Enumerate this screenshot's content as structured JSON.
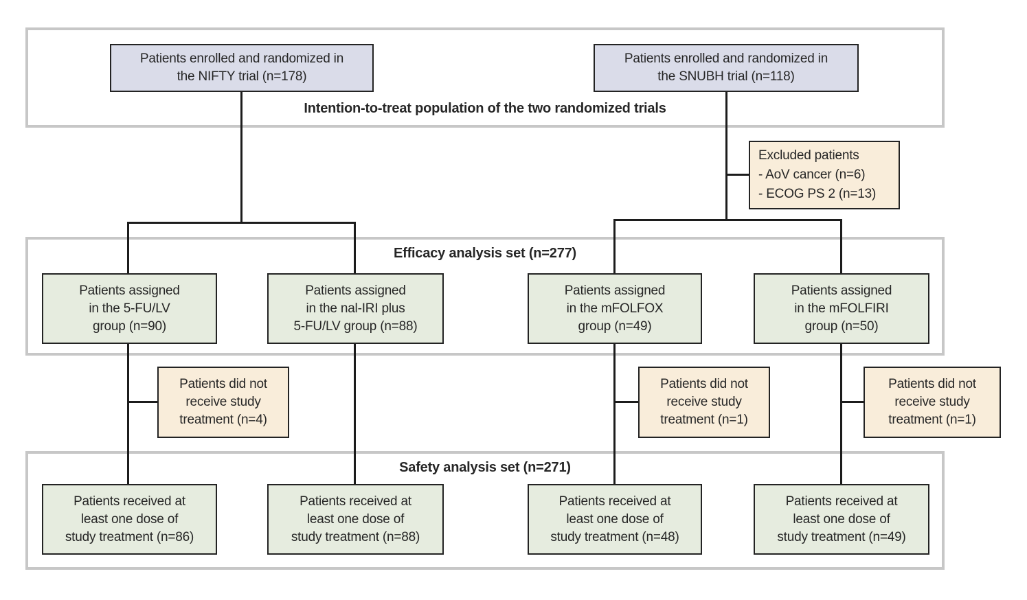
{
  "colors": {
    "enrollment_box_bg": "#dadce9",
    "group_box_bg": "#e6ecdf",
    "note_box_bg": "#f9edda",
    "container_border": "#c7c7c7",
    "box_border": "#232323",
    "line": "#1c1c1c",
    "text": "#262626"
  },
  "sections": {
    "itt": {
      "label": "Intention-to-treat population of the two randomized trials"
    },
    "efficacy": {
      "label": "Efficacy analysis set (n=277)"
    },
    "safety": {
      "label": "Safety analysis set (n=271)"
    }
  },
  "enrollment_boxes": {
    "nifty": {
      "text": "Patients enrolled and randomized in\nthe NIFTY trial (n=178)"
    },
    "snubh": {
      "text": "Patients enrolled and randomized in\nthe SNUBH trial (n=118)"
    }
  },
  "excluded_box": {
    "text": "Excluded patients\n- AoV cancer (n=6)\n- ECOG PS 2 (n=13)"
  },
  "efficacy_boxes": [
    {
      "text": "Patients assigned\nin the 5-FU/LV\ngroup (n=90)"
    },
    {
      "text": "Patients assigned\nin the nal-IRI plus\n5-FU/LV group (n=88)"
    },
    {
      "text": "Patients assigned\nin the mFOLFOX\ngroup (n=49)"
    },
    {
      "text": "Patients assigned\nin the mFOLFIRI\ngroup (n=50)"
    }
  ],
  "not_treated_boxes": [
    {
      "text": "Patients did not\nreceive study\ntreatment (n=4)"
    },
    {
      "text": "Patients did not\nreceive study\ntreatment (n=1)"
    },
    {
      "text": "Patients did not\nreceive study\ntreatment (n=1)"
    }
  ],
  "safety_boxes": [
    {
      "text": "Patients received at\nleast one dose of\nstudy treatment (n=86)"
    },
    {
      "text": "Patients received at\nleast one dose of\nstudy treatment (n=88)"
    },
    {
      "text": "Patients received at\nleast one dose of\nstudy treatment (n=48)"
    },
    {
      "text": "Patients received at\nleast one dose of\nstudy treatment (n=49)"
    }
  ]
}
